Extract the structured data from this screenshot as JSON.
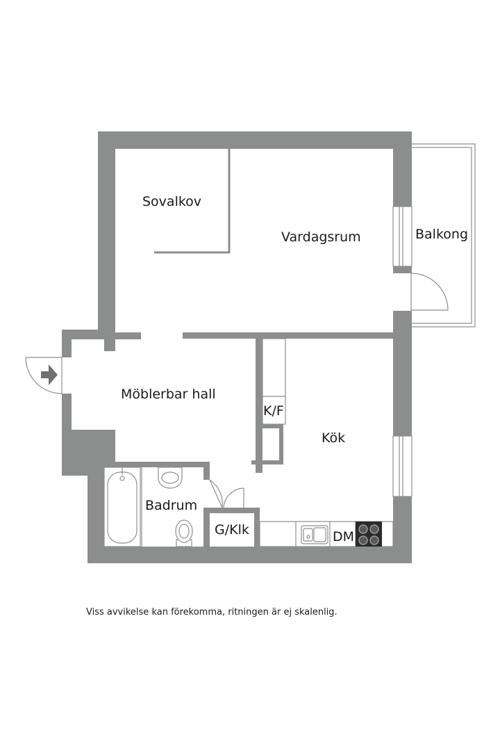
{
  "rooms": {
    "sovalkov": "Sovalkov",
    "vardagsrum": "Vardagsrum",
    "balkong": "Balkong",
    "hall": "Möblerbar hall",
    "kok": "Kök",
    "badrum": "Badrum",
    "kf": "K/F",
    "gklk": "G/Klk",
    "dm": "DM"
  },
  "disclaimer": "Viss avvikelse kan förekomma, ritningen är ej skalenlig.",
  "colors": {
    "wall": "#8c8e8d",
    "stove": "#2b2b2b",
    "entry_arrow": "#6f7170"
  },
  "icons": [
    "entry-arrow-icon",
    "bathtub-icon",
    "sink-icon",
    "toilet-icon",
    "kitchen-sink-icon",
    "stove-icon"
  ]
}
